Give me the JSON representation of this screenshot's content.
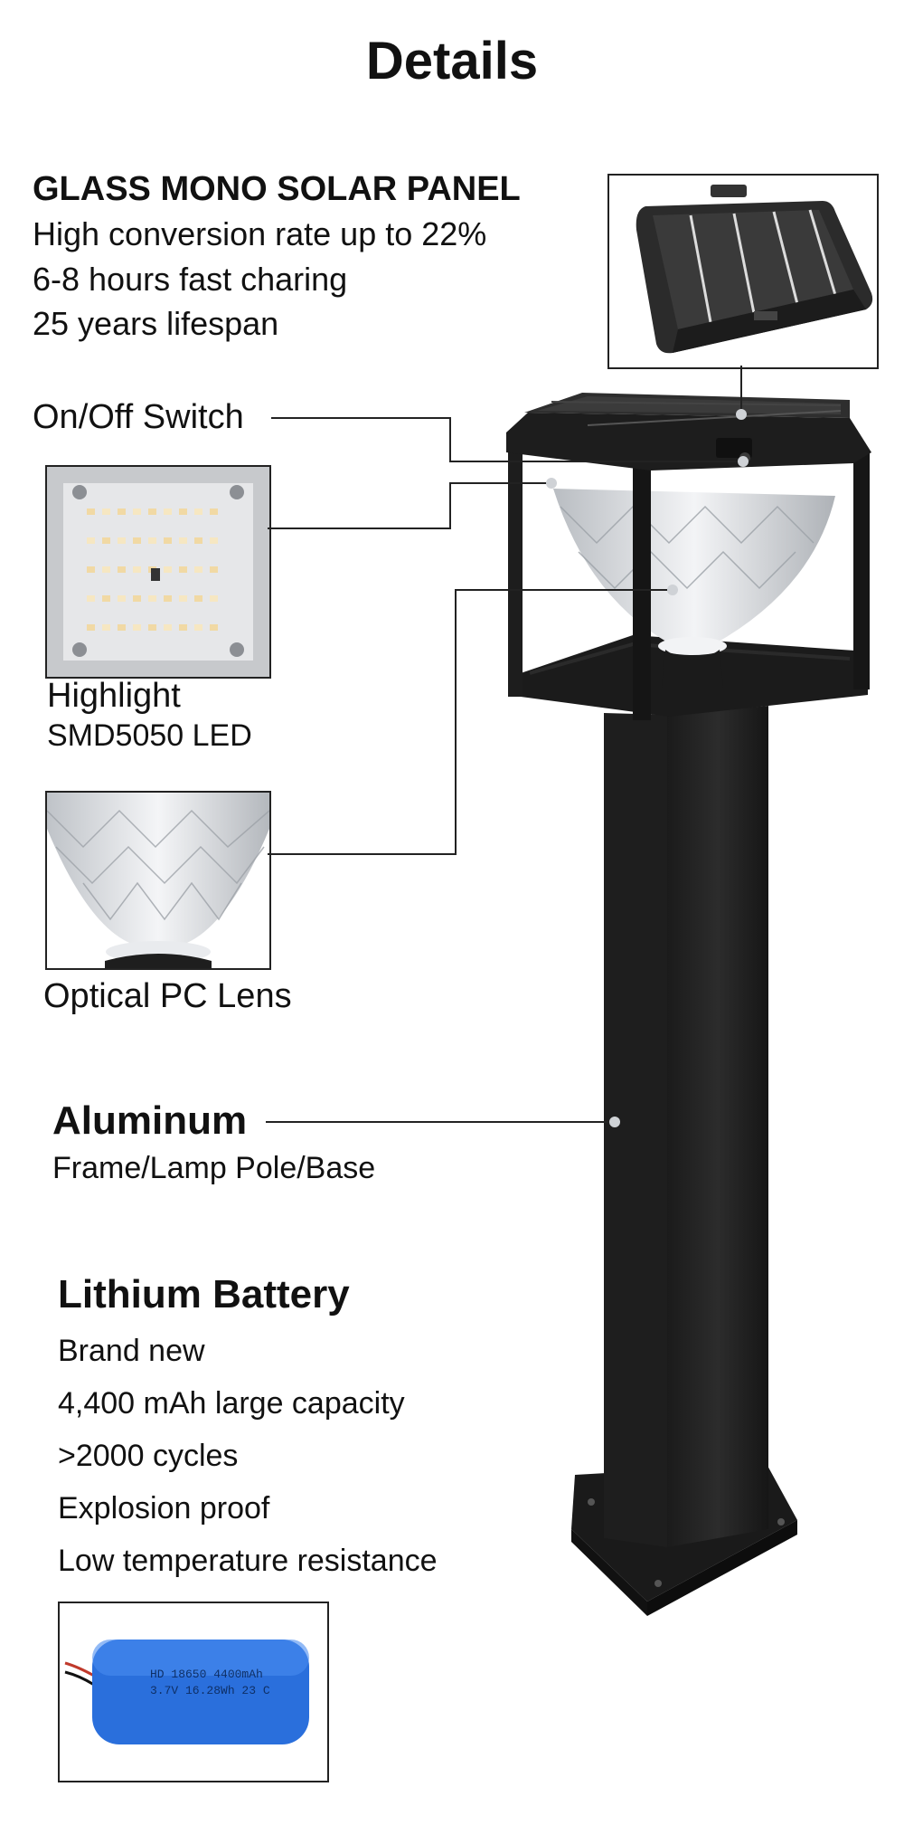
{
  "page": {
    "title": "Details"
  },
  "solar_panel": {
    "heading": "GLASS MONO SOLAR PANEL",
    "lines": [
      "High conversion rate up to 22%",
      "6-8 hours fast charing",
      "25 years lifespan"
    ]
  },
  "switch": {
    "label": "On/Off Switch"
  },
  "led": {
    "label": "Highlight",
    "sublabel": "SMD5050 LED"
  },
  "lens": {
    "label": "Optical PC Lens"
  },
  "aluminum": {
    "heading": "Aluminum",
    "sublabel": "Frame/Lamp Pole/Base"
  },
  "battery": {
    "heading": "Lithium Battery",
    "lines": [
      "Brand new",
      "4,400 mAh large capacity",
      ">2000 cycles",
      "Explosion proof",
      "Low temperature resistance"
    ],
    "cell_print_1": "HD 18650 4400mAh",
    "cell_print_2": "3.7V 16.28Wh 23 C"
  },
  "colors": {
    "lamp_body": "#232323",
    "battery_blue": "#2a6fdc",
    "callout_line": "#222222"
  }
}
